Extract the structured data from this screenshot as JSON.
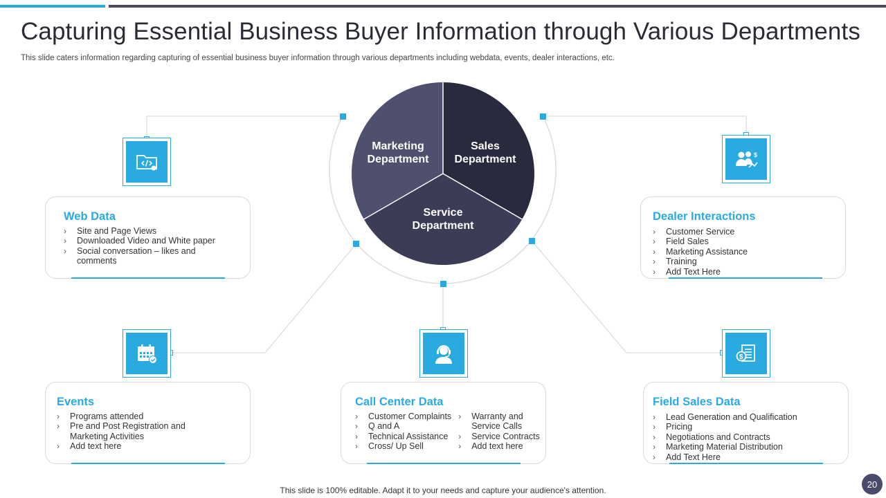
{
  "title": "Capturing Essential Business Buyer Information through Various Departments",
  "subtitle": "This slide caters information regarding capturing of essential business buyer information through various departments including webdata, events, dealer interactions, etc.",
  "pie": {
    "marketing_line1": "Marketing",
    "marketing_line2": "Department",
    "sales_line1": "Sales",
    "sales_line2": "Department",
    "service_line1": "Service",
    "service_line2": "Department",
    "colors": {
      "marketing": "#4F4F6E",
      "sales": "#2A2A3E",
      "service": "#3C3C56"
    }
  },
  "cards": {
    "web_data": {
      "title": "Web Data",
      "items": [
        "Site and Page Views",
        "Downloaded Video and White paper",
        "Social conversation – likes and",
        "comments"
      ]
    },
    "dealer": {
      "title": "Dealer Interactions",
      "items": [
        "Customer Service",
        "Field Sales",
        "Marketing Assistance",
        "Training",
        "Add Text Here"
      ]
    },
    "events": {
      "title": "Events",
      "items": [
        "Programs attended",
        "Pre and Post Registration and",
        "Marketing Activities",
        "Add text here"
      ]
    },
    "call_center": {
      "title": "Call Center Data",
      "col1": [
        "Customer Complaints",
        "Q and A",
        "Technical Assistance",
        "Cross/ Up Sell"
      ],
      "col2": [
        "Warranty and",
        "Service Calls",
        "Service Contracts",
        "Add text here"
      ]
    },
    "field_sales": {
      "title": "Field Sales Data",
      "items": [
        "Lead Generation and Qualification",
        "Pricing",
        "Negotiations and Contracts",
        "Marketing Material Distribution",
        "Add Text Here"
      ]
    }
  },
  "icons": {
    "web_data": "code-folder-icon",
    "dealer": "people-dollar-icon",
    "events": "calendar-check-icon",
    "call_center": "headset-agent-icon",
    "field_sales": "dollar-document-icon"
  },
  "footer": "This slide is 100% editable. Adapt it to your needs and capture your audience's attention.",
  "page_number": "20",
  "colors": {
    "accent": "#29ABE2",
    "dark": "#2B2B35"
  }
}
